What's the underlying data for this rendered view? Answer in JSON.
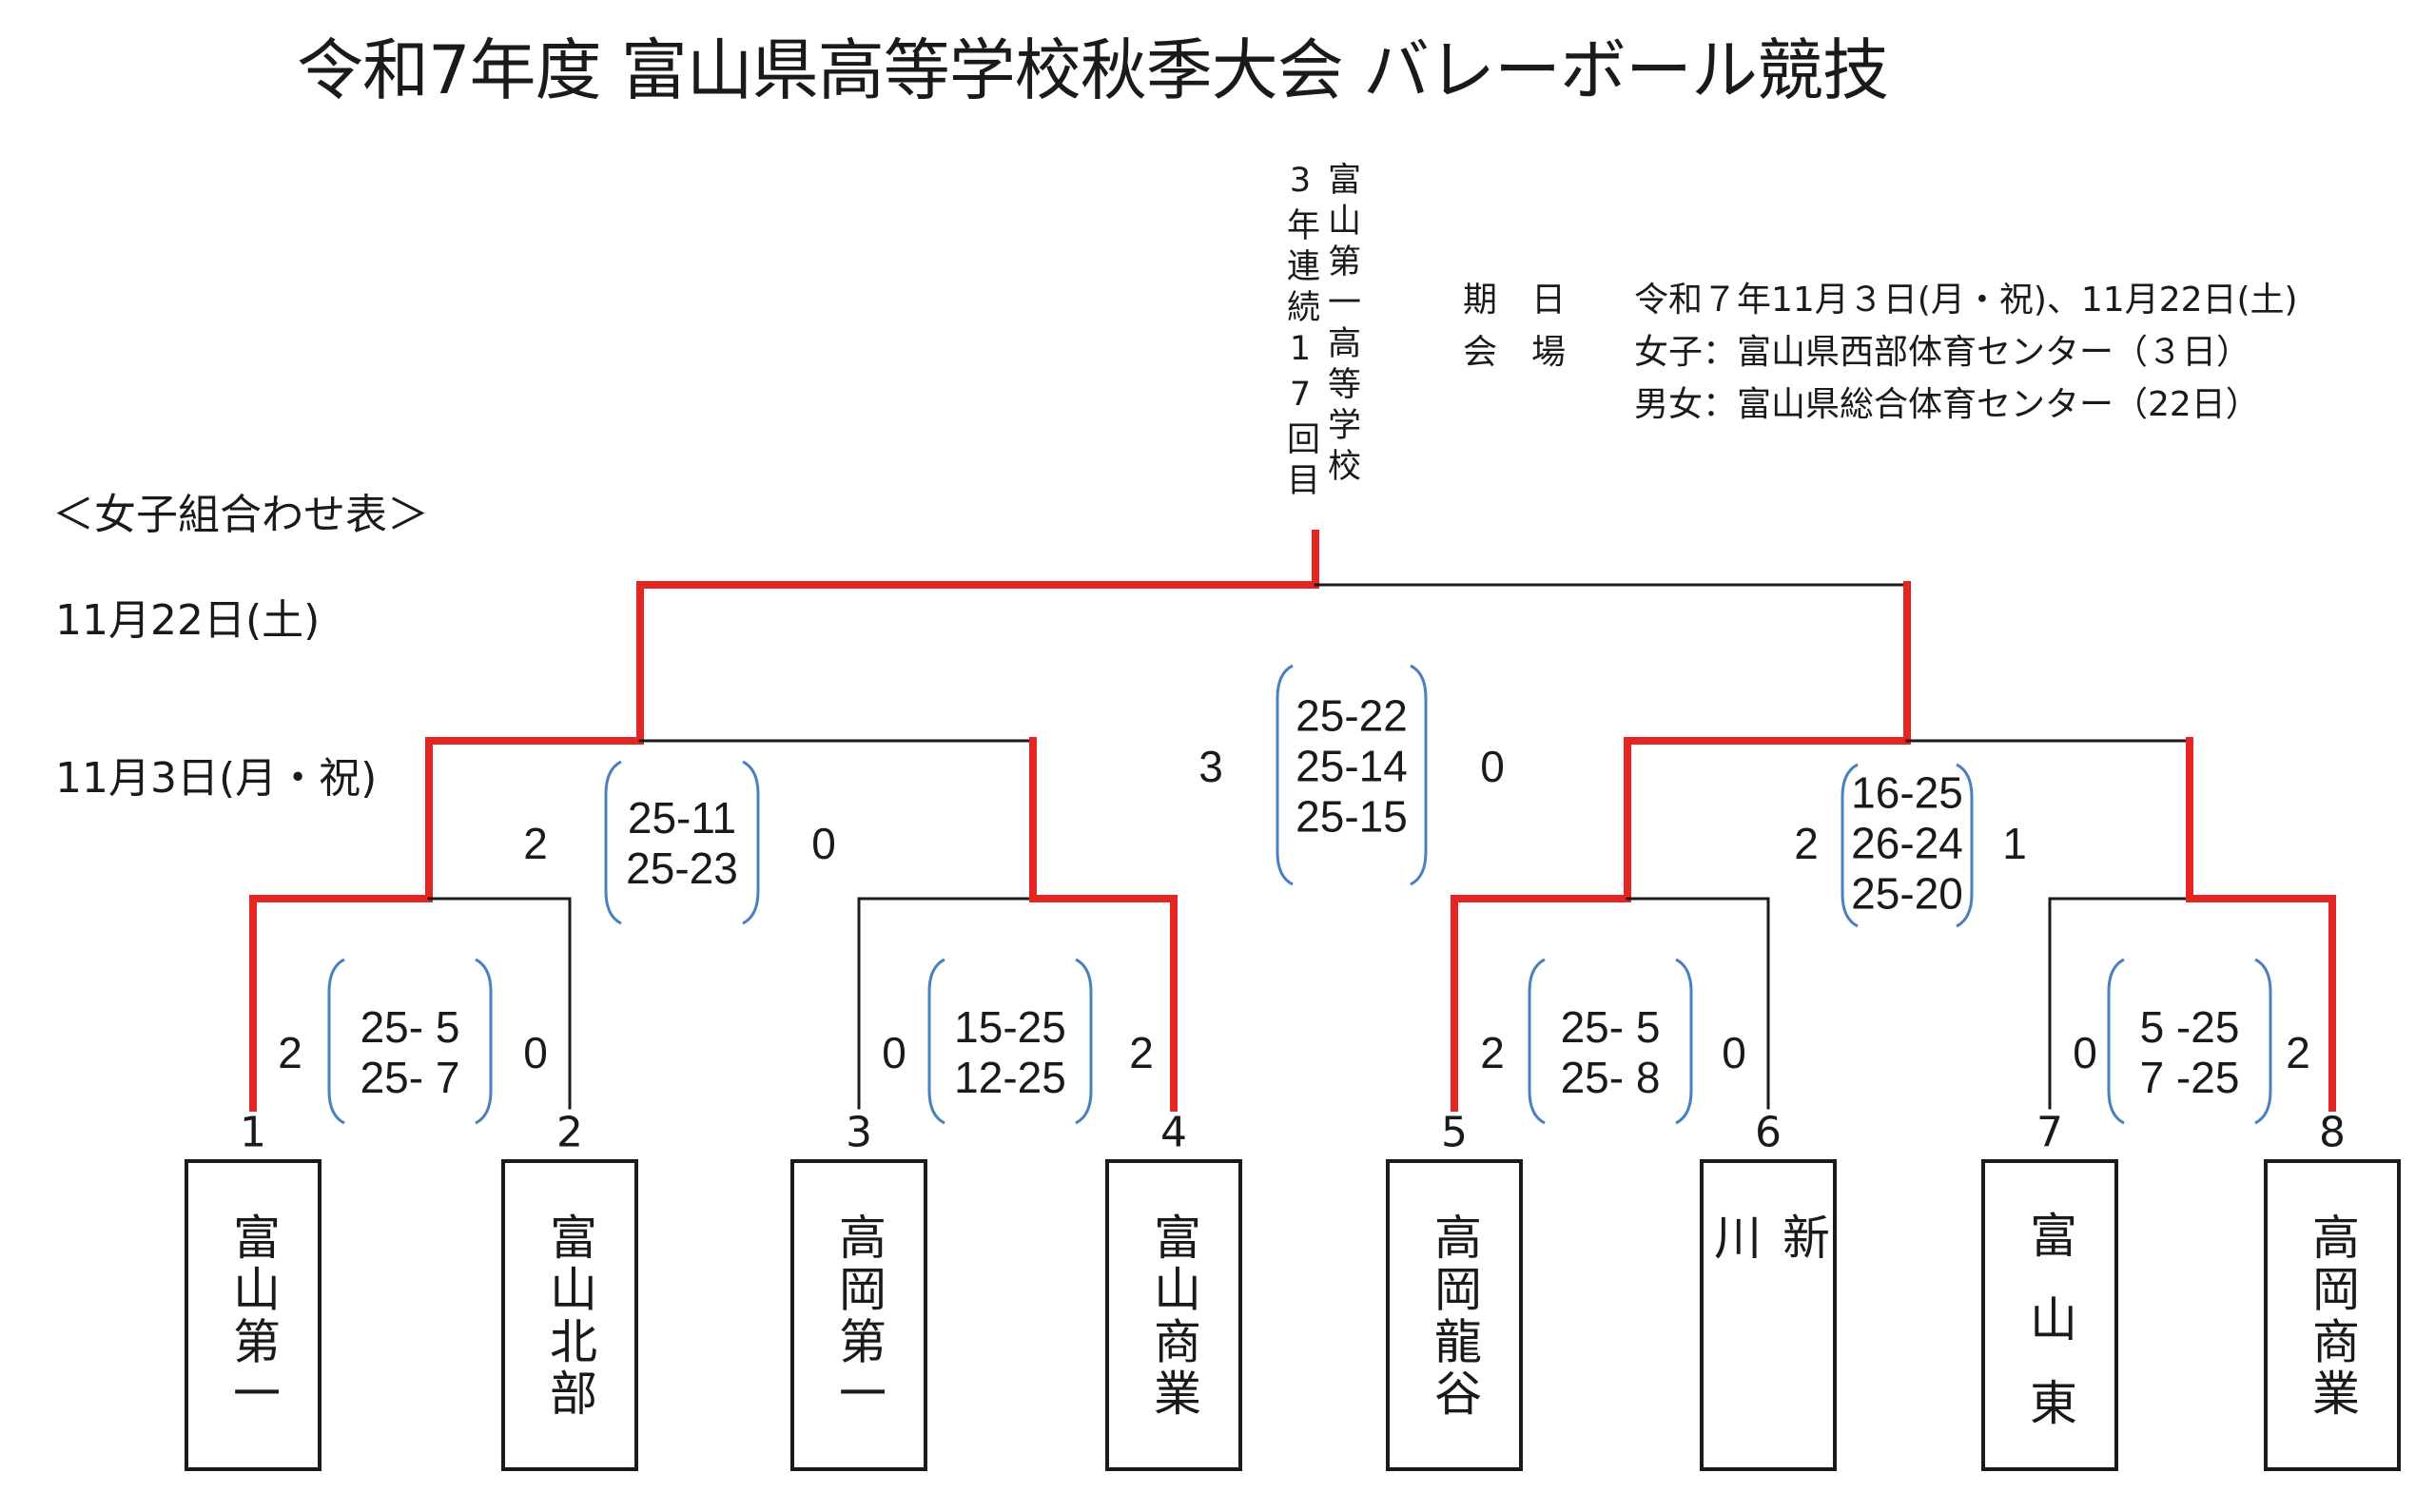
{
  "title": "令和7年度 富山県高等学校秋季大会 バレーボール競技",
  "winner": {
    "school": "富山第一高等学校",
    "streak": "3年連続17回目"
  },
  "info": {
    "date_label": "期　日",
    "date_value": "令和７年11月３日(月・祝)、11月22日(土)",
    "venue_label": "会　場",
    "venue_women": "女子：富山県西部体育センター（３日）",
    "venue_mixed": "男女：富山県総合体育センター（22日）"
  },
  "section_title": "＜女子組合わせ表＞",
  "rounds": {
    "final_date": "11月22日(土)",
    "first_date": "11月3日(月・祝)"
  },
  "teams": [
    {
      "seed": "1",
      "name": "富山第一"
    },
    {
      "seed": "2",
      "name": "富山北部"
    },
    {
      "seed": "3",
      "name": "高岡第一"
    },
    {
      "seed": "4",
      "name": "富山商業"
    },
    {
      "seed": "5",
      "name": "高岡龍谷"
    },
    {
      "seed": "6",
      "name": "新川"
    },
    {
      "seed": "7",
      "name": "富山東"
    },
    {
      "seed": "8",
      "name": "高岡商業"
    }
  ],
  "matches": {
    "round1": [
      {
        "left": "2",
        "right": "0",
        "sets": [
          "25- 5",
          "25- 7"
        ]
      },
      {
        "left": "0",
        "right": "2",
        "sets": [
          "15-25",
          "12-25"
        ]
      },
      {
        "left": "2",
        "right": "0",
        "sets": [
          "25- 5",
          "25- 8"
        ]
      },
      {
        "left": "0",
        "right": "2",
        "sets": [
          "5 -25",
          "7 -25"
        ]
      }
    ],
    "semis": [
      {
        "left": "2",
        "right": "0",
        "sets": [
          "25-11",
          "25-23"
        ]
      },
      {
        "left": "2",
        "right": "1",
        "sets": [
          "16-25",
          "26-24",
          "25-20"
        ]
      }
    ],
    "final": {
      "left": "3",
      "right": "0",
      "sets": [
        "25-22",
        "25-14",
        "25-15"
      ]
    }
  },
  "colors": {
    "winner_line": "#e52521",
    "line": "#1a1a1a",
    "score_bracket": "#4a7fc0"
  }
}
